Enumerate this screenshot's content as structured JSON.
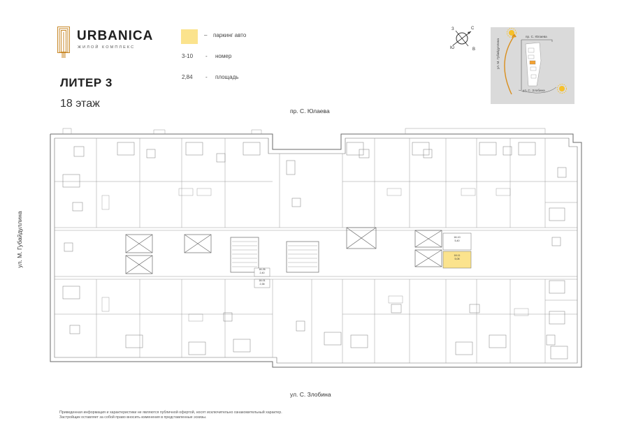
{
  "brand": {
    "name": "URBANICA",
    "subtitle": "ЖИЛОЙ КОМПЛЕКС",
    "accent_color": "#c98a2b"
  },
  "header": {
    "building": "ЛИТЕР 3",
    "floor": "18 этаж"
  },
  "legend": {
    "parking_swatch_color": "#fbe38d",
    "parking_dash": "–",
    "parking_label": "паркинг авто",
    "number_example": "3-10",
    "number_dash": "-",
    "number_label": "номер",
    "area_example": "2,84",
    "area_dash": "-",
    "area_label": "площадь"
  },
  "compass_icon": "compass-rose-icon",
  "minimap": {
    "street_top": "пр. С. Юлаева",
    "street_left": "ул. М. Губайдуллина",
    "street_bottom": "ул. С. Злобина",
    "sun_icon": "sun-icon",
    "highlight_color": "#f3a233"
  },
  "streets": {
    "top": "пр. С. Юлаева",
    "bottom": "ул. С. Злобина",
    "left": "ул. М. Губайдуллина"
  },
  "units": [
    {
      "number": "18-10",
      "area": "5,40"
    },
    {
      "number": "18-11",
      "area": "5,08",
      "highlight": true
    },
    {
      "number": "18-26",
      "area": "2,40"
    },
    {
      "number": "18-01",
      "area": "2,38"
    }
  ],
  "disclaimer": {
    "line1": "Приведенная информация и характеристики не являются публичной офертой, носят исключительно ознакомительный характер.",
    "line2": "Застройщик оставляет за собой право вносить изменения в представленные эскизы."
  }
}
